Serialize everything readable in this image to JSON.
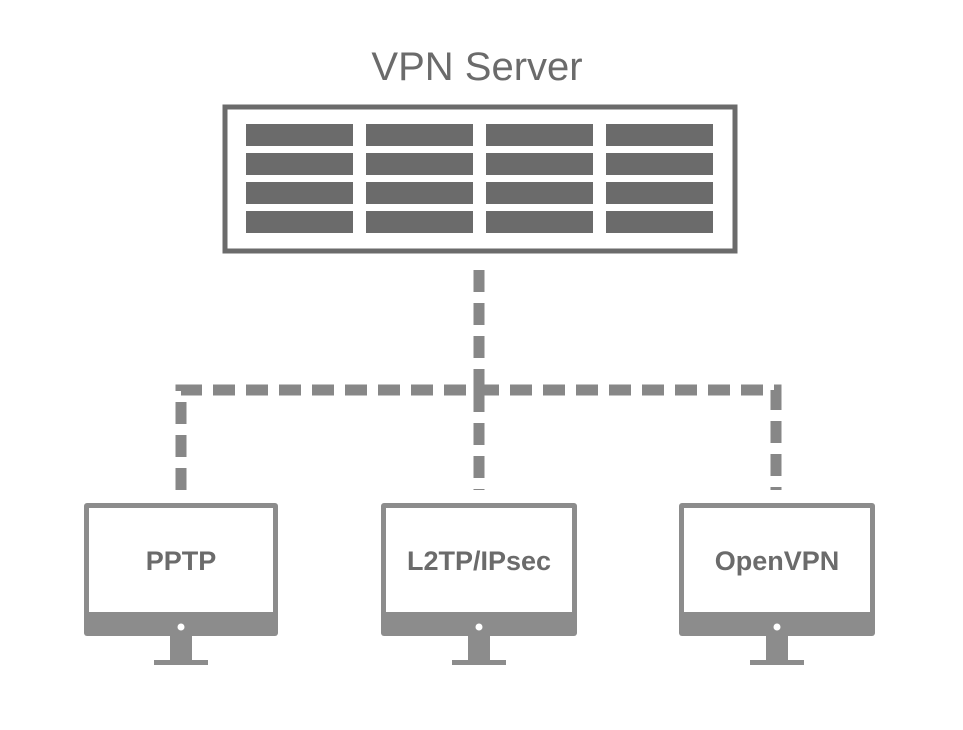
{
  "server": {
    "title": "VPN Server",
    "rack_rows": 4,
    "rack_columns": 4
  },
  "clients": [
    {
      "label": "PPTP"
    },
    {
      "label": "L2TP/IPsec"
    },
    {
      "label": "OpenVPN"
    }
  ],
  "colors": {
    "frame": "#6b6b6b",
    "slot": "#6b6b6b",
    "monitor": "#8c8c8c",
    "connector": "#878787",
    "text": "#6b6b6b",
    "background": "#ffffff"
  }
}
